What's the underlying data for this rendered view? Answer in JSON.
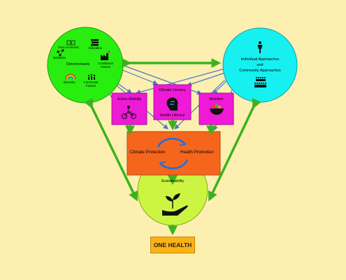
{
  "determinants": {
    "title": "Determinants",
    "items": {
      "socio_economic": "Socio economic",
      "education": "Education",
      "networks": "Networks",
      "conditional_factors": "Conditional Factors",
      "diversity": "Diversity",
      "communal_factors": "Communal Factors"
    }
  },
  "approaches": {
    "line1": "Individual Approaches",
    "line2": "and",
    "line3": "Community Approaches"
  },
  "topics": {
    "active_mobility": "Active Mobility",
    "climate_literacy": "Climate Literacy",
    "health_literacy": "Health Literacy",
    "nutrition": "Nutrition"
  },
  "center": {
    "climate_protection": "Climate Protection",
    "health_promotion": "Health Promotion"
  },
  "sustainability": "Sustainability",
  "one_health": "ONE HEALTH",
  "colors": {
    "background": "#fdefb0",
    "determinants_circle": "#27ee0e",
    "approaches_circle": "#17f0f0",
    "topic_boxes": "#ee1ad6",
    "center_box": "#f5661c",
    "sustainability_circle": "#ccf542",
    "one_health_box": "#fbb217",
    "green_arrows": "#3cb21d",
    "blue_lines": "#4a78c8"
  },
  "icons": [
    "money-icon",
    "books-icon",
    "network-icon",
    "factory-icon",
    "rainbow-icon",
    "people-icon",
    "person-icon",
    "community-icon",
    "bicycle-icon",
    "brain-icon",
    "fruit-bowl-icon",
    "cycle-arrows-icon",
    "hand-plant-icon"
  ]
}
